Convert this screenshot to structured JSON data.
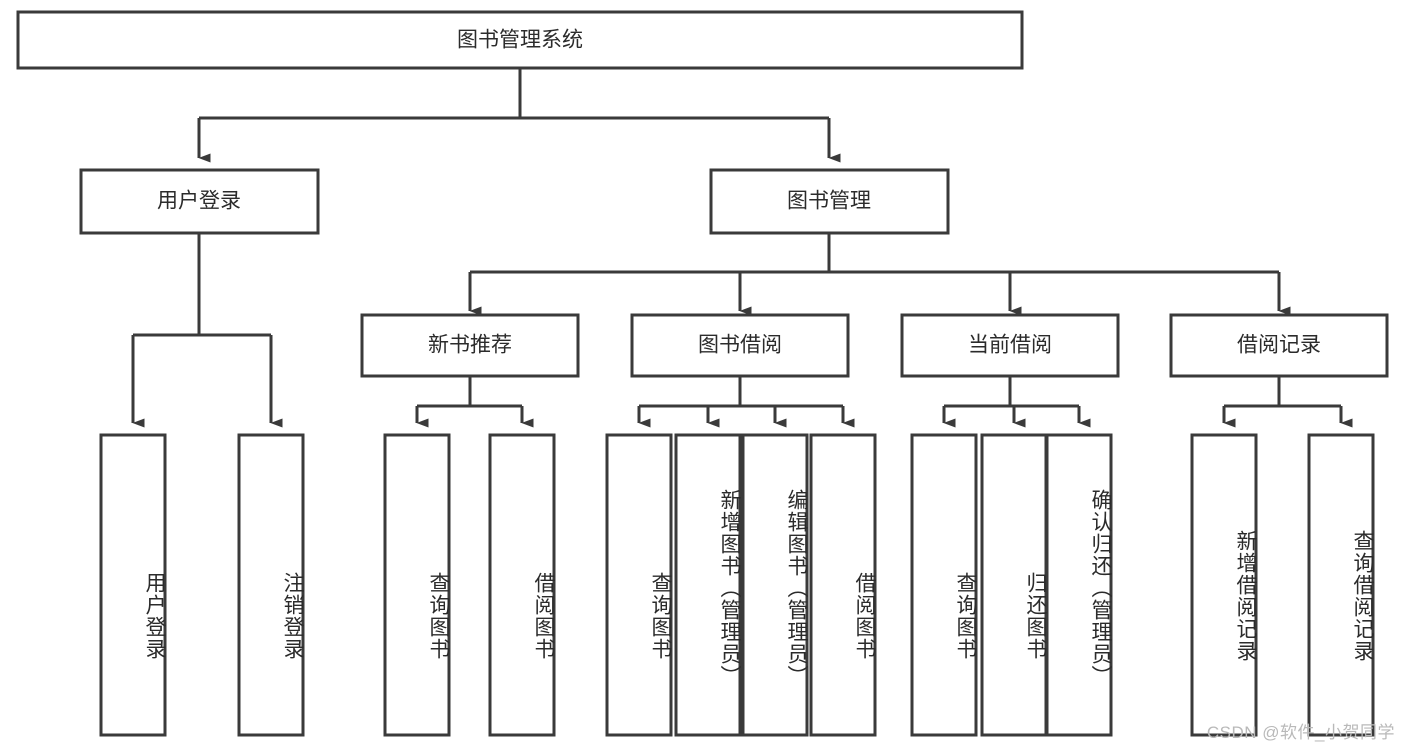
{
  "diagram": {
    "title": "图书管理系统",
    "type": "tree",
    "watermark": "CSDN @软件_小贺同学",
    "colors": {
      "stroke": "#3a3a3a",
      "fill": "#ffffff",
      "text": "#2b2b2b",
      "watermark": "#b9b9b9",
      "background": "#ffffff"
    },
    "root": {
      "label": "图书管理系统"
    },
    "level1": [
      {
        "label": "用户登录"
      },
      {
        "label": "图书管理"
      }
    ],
    "level2": [
      {
        "label": "新书推荐"
      },
      {
        "label": "图书借阅"
      },
      {
        "label": "当前借阅"
      },
      {
        "label": "借阅记录"
      }
    ],
    "leaves": {
      "user_login": [
        {
          "label": "用户登录"
        },
        {
          "label": "注销登录"
        }
      ],
      "new_book_recommend": [
        {
          "label": "查询图书"
        },
        {
          "label": "借阅图书"
        }
      ],
      "book_borrow": [
        {
          "label": "查询图书"
        },
        {
          "label": "新增图书（管理员）"
        },
        {
          "label": "编辑图书（管理员）"
        },
        {
          "label": "借阅图书"
        }
      ],
      "current_borrow": [
        {
          "label": "查询图书"
        },
        {
          "label": "归还图书"
        },
        {
          "label": "确认归还（管理员）"
        }
      ],
      "borrow_record": [
        {
          "label": "新增借阅记录"
        },
        {
          "label": "查询借阅记录"
        }
      ]
    }
  }
}
